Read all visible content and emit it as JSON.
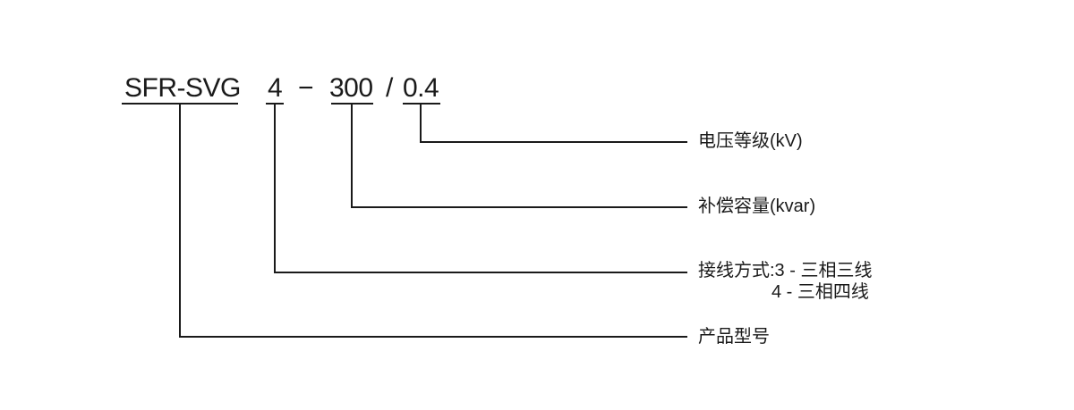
{
  "colors": {
    "background": "#ffffff",
    "ink": "#1a1a1a"
  },
  "model_code": {
    "segments": [
      {
        "text": "SFR-SVG"
      },
      {
        "text": "4"
      },
      {
        "text": "−"
      },
      {
        "text": "300"
      },
      {
        "text": "/"
      },
      {
        "text": "0.4"
      }
    ]
  },
  "annotations": [
    {
      "label": "电压等级(kV)"
    },
    {
      "label": "补偿容量(kvar)"
    },
    {
      "label": "接线方式:3 - 三相三线",
      "label_line2": "4 - 三相四线"
    },
    {
      "label": "产品型号"
    }
  ]
}
